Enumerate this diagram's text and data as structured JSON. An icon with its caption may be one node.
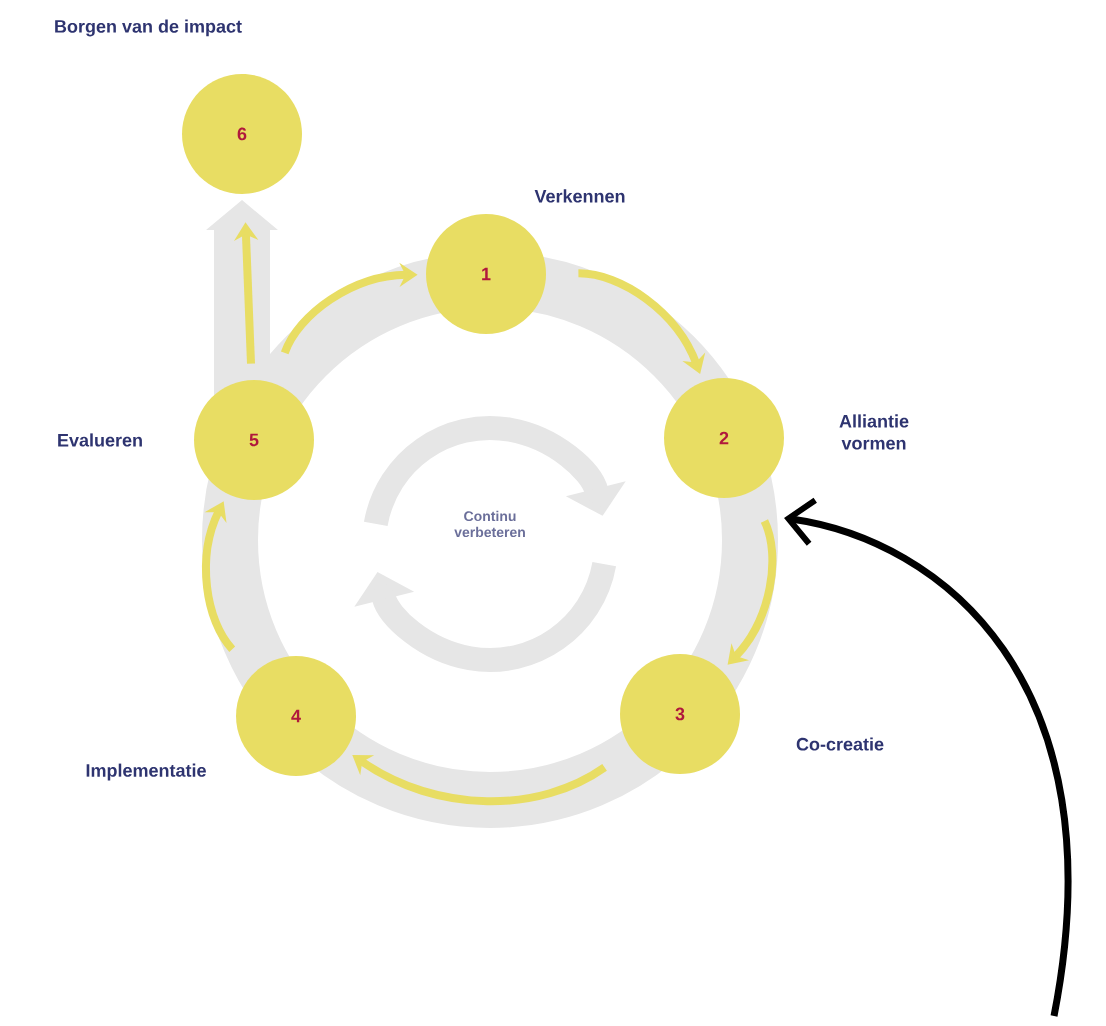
{
  "diagram": {
    "nodes": [
      {
        "text": [
          "1"
        ],
        "beside": [
          "Verkennen"
        ]
      },
      {
        "text": [
          "2"
        ],
        "beside": [
          "Alliantie vormen"
        ]
      },
      {
        "text": [
          "3"
        ],
        "beside": [
          "Co-creatie"
        ]
      },
      {
        "text": [
          "4"
        ],
        "beside": [
          "Implementatie"
        ]
      },
      {
        "text": [
          "5"
        ],
        "beside": [
          "Evalueren"
        ]
      },
      {
        "text": [
          "6"
        ],
        "beside": [
          "Borgen van de impact"
        ]
      }
    ],
    "edges": [
      {
        "from": 0,
        "to": 1,
        "arrow": "to"
      },
      {
        "from": 1,
        "to": 2,
        "arrow": "to"
      },
      {
        "from": 2,
        "to": 3,
        "arrow": "to"
      },
      {
        "from": 3,
        "to": 4,
        "arrow": "to"
      },
      {
        "from": 4,
        "to": 0,
        "arrow": "to"
      },
      {
        "from": 4,
        "to": 5,
        "arrow": "to"
      },
      {
        "from": null,
        "to": 1,
        "arrow": "to",
        "color": "#000000"
      }
    ],
    "labels": [
      "Continu verbeteren"
    ]
  }
}
